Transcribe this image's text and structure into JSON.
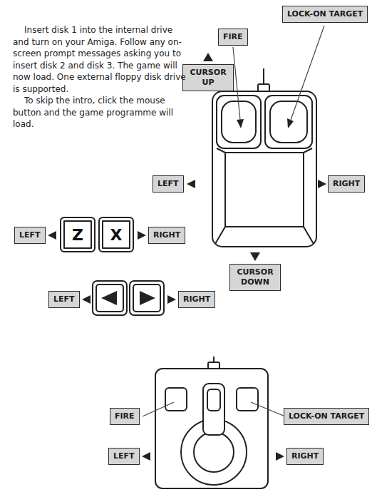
{
  "diagram": {
    "nodes": [
      {
        "text": [
          "LOCK-ON TARGET"
        ]
      },
      {
        "text": [
          "FIRE"
        ]
      },
      {
        "text": [
          "CURSOR UP"
        ]
      },
      {
        "text": [
          "LEFT"
        ]
      },
      {
        "text": [
          "RIGHT"
        ]
      },
      {
        "text": [
          "LEFT"
        ]
      },
      {
        "text": [
          "Z"
        ]
      },
      {
        "text": [
          "X"
        ]
      },
      {
        "text": [
          "RIGHT"
        ]
      },
      {
        "text": [
          "CURSOR DOWN"
        ]
      },
      {
        "text": [
          "LEFT"
        ]
      },
      {
        "text": [
          "RIGHT"
        ]
      },
      {
        "text": [
          "FIRE"
        ]
      },
      {
        "text": [
          "LOCK-ON TARGET"
        ]
      },
      {
        "text": [
          "LEFT"
        ]
      },
      {
        "text": [
          "RIGHT"
        ]
      }
    ],
    "labels": [
      "Insert disk 1 into the internal drive and turn on your Amiga. Follow any on-screen prompt messages asking you to insert disk 2 and disk 3. The game will now load. One external floppy disk drive is supported.",
      "To skip the intro, click the mouse button and the game programme will load."
    ]
  }
}
